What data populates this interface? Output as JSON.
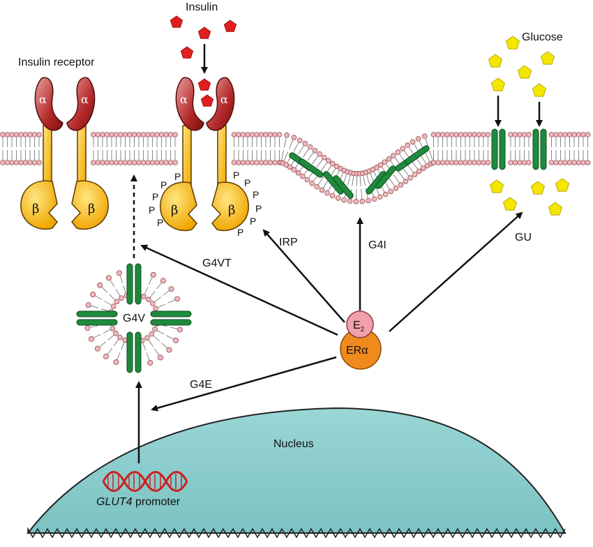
{
  "labels": {
    "insulin_receptor": "Insulin receptor",
    "insulin": "Insulin",
    "glucose": "Glucose",
    "alpha": "α",
    "beta": "β",
    "phospho": "P",
    "g4vt": "G4VT",
    "irp": "IRP",
    "g4i": "G4I",
    "gu": "GU",
    "g4v": "G4V",
    "g4e": "G4E",
    "estradiol": "E",
    "estradiol_sub": "2",
    "er_alpha": "ERα",
    "nucleus": "Nucleus",
    "glut4_gene": "GLUT4",
    "promoter": " promoter"
  },
  "colors": {
    "membrane_head": "#f2b8bc",
    "glut4_green": "#1e8a3c",
    "receptor_yellow": "#f5b800",
    "receptor_red": "#9e1b1b",
    "insulin_red": "#e02020",
    "glucose_yellow": "#f5e600",
    "nucleus_fill": "#8ecfcf",
    "estradiol_pink": "#f2a0aa",
    "er_orange": "#f08a1e",
    "dna_red": "#cc1f1f"
  }
}
